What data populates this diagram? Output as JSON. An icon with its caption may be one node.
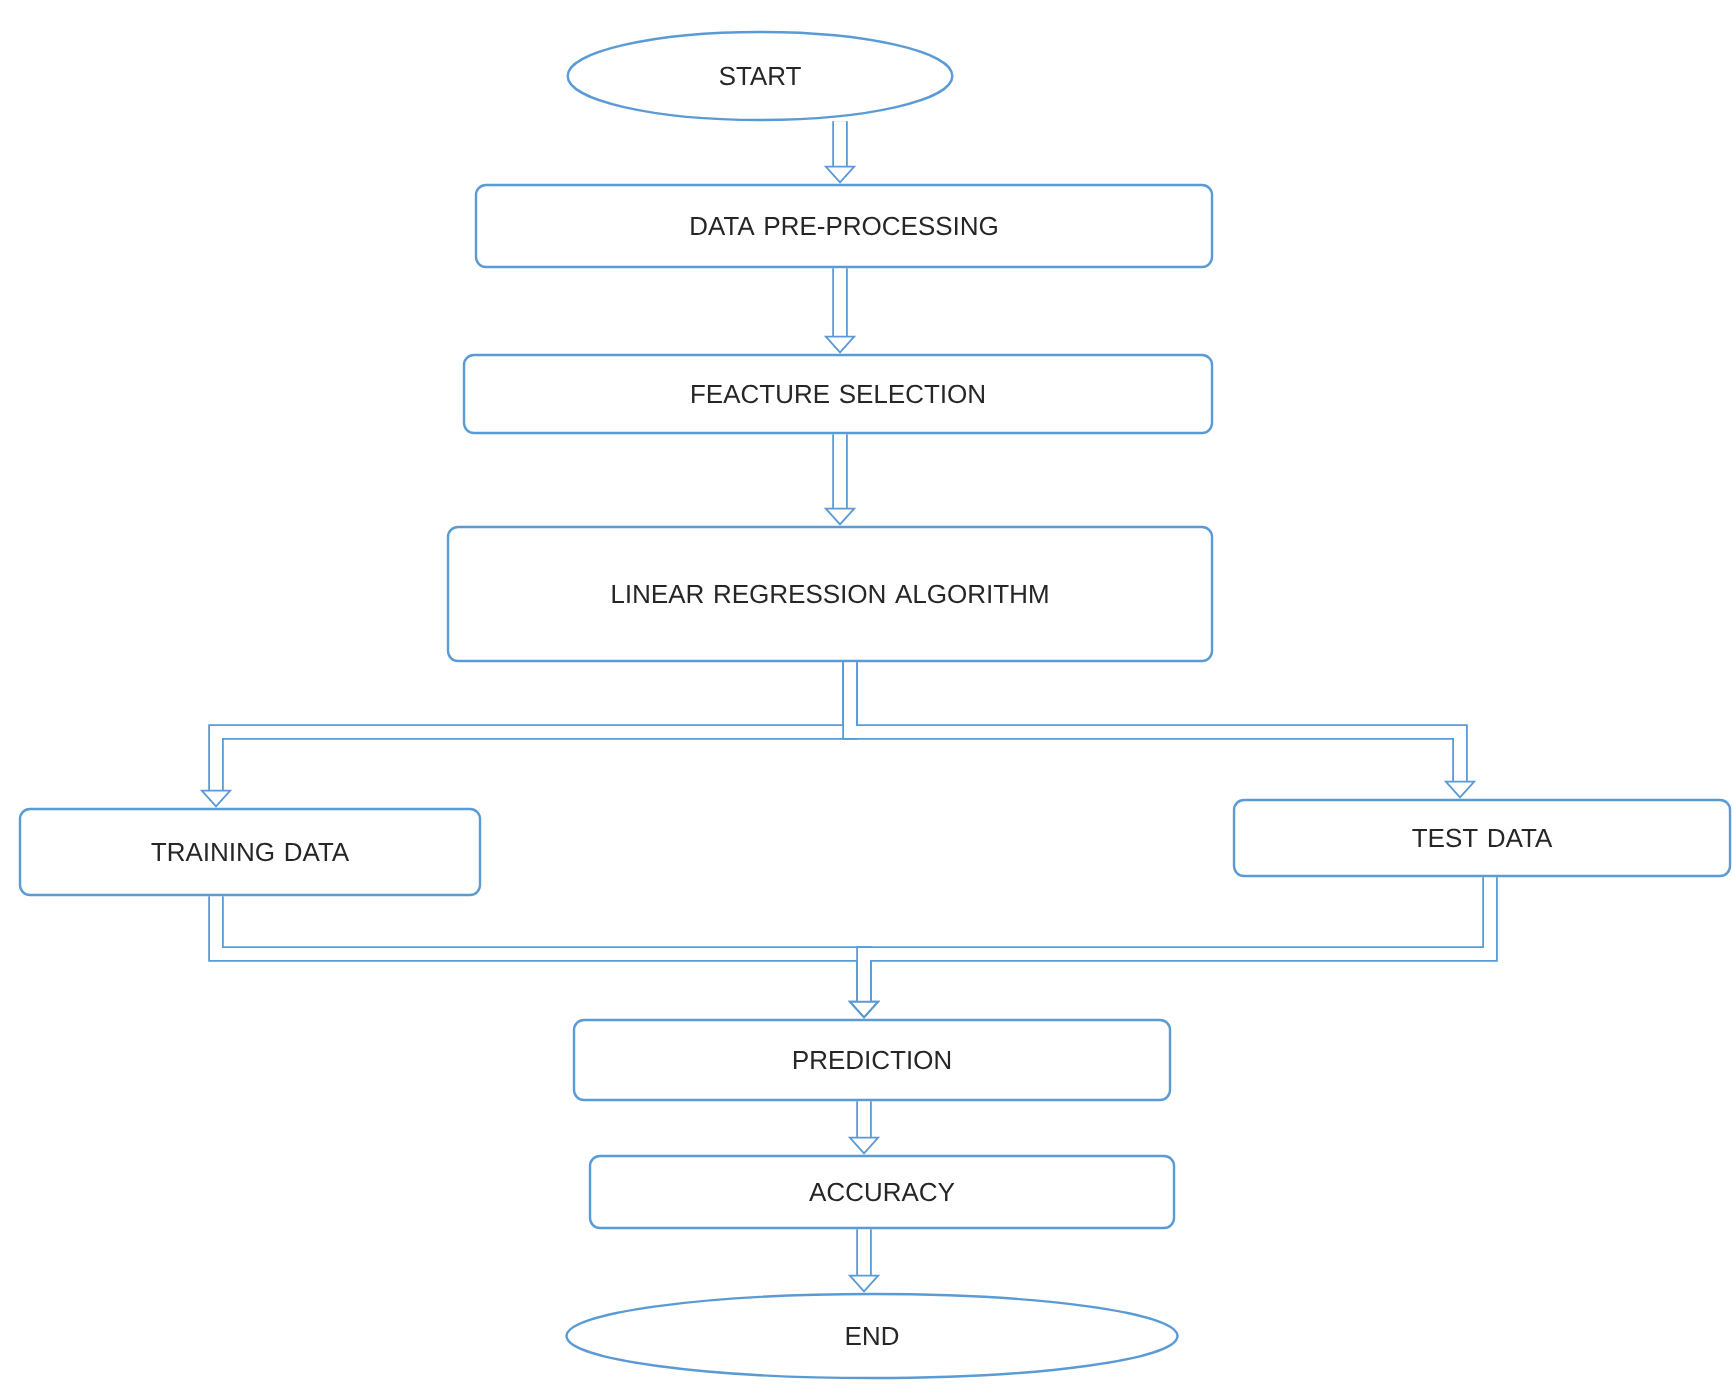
{
  "diagram": {
    "nodes": [
      {
        "text": [
          "START"
        ]
      },
      {
        "text": [
          "DATA PRE-PROCESSING"
        ]
      },
      {
        "text": [
          "FEACTURE SELECTION"
        ]
      },
      {
        "text": [
          "LINEAR REGRESSION ALGORITHM"
        ]
      },
      {
        "text": [
          "TRAINING DATA"
        ]
      },
      {
        "text": [
          "TEST DATA"
        ]
      },
      {
        "text": [
          "PREDICTION"
        ]
      },
      {
        "text": [
          "ACCURACY"
        ]
      },
      {
        "text": [
          "END"
        ]
      }
    ],
    "edges": [
      {
        "from": 0,
        "to": 1,
        "arrow": "to"
      },
      {
        "from": 1,
        "to": 2,
        "arrow": "to"
      },
      {
        "from": 2,
        "to": 3,
        "arrow": "to"
      },
      {
        "from": 3,
        "to": 4,
        "arrow": "to"
      },
      {
        "from": 3,
        "to": 5,
        "arrow": "to"
      },
      {
        "from": 4,
        "to": 6,
        "arrow": "to"
      },
      {
        "from": 5,
        "to": 6,
        "arrow": "to"
      },
      {
        "from": 6,
        "to": 7,
        "arrow": "to"
      },
      {
        "from": 7,
        "to": 8,
        "arrow": "to"
      }
    ]
  }
}
